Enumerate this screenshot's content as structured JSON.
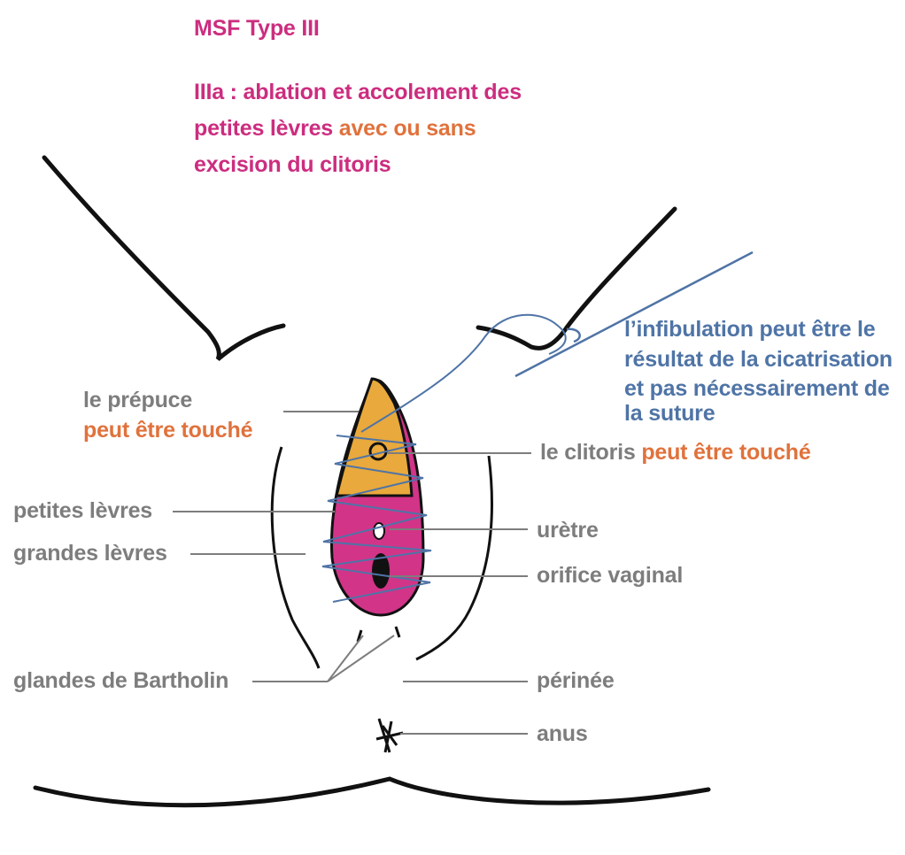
{
  "heading": {
    "title": "MSF Type III",
    "line1": "IIIa : ablation et accolement des",
    "line2_a": "petites lèvres ",
    "line2_b": "avec ou sans",
    "line3": "excision du clitoris"
  },
  "note": {
    "line1": "l’infibulation peut être le",
    "line2": "résultat de la cicatrisation",
    "line3": "et pas nécessairement de",
    "line4": "la suture"
  },
  "labels": {
    "prepuce": "le prépuce",
    "prepuce_note": "peut être touché",
    "clitoris": "le clitoris ",
    "clitoris_note": "peut être touché",
    "petites_levres": "petites lèvres",
    "grandes_levres": "grandes lèvres",
    "uretre": "urètre",
    "orifice_vaginal": "orifice vaginal",
    "glandes": "glandes de Bartholin",
    "perinee": "périnée",
    "anus": "anus"
  },
  "colors": {
    "magenta": "#cc2d7f",
    "orange": "#e0723c",
    "grey": "#7d7d7d",
    "blue": "#4f74a6",
    "prepuce_fill": "#e9a93c",
    "labia_fill": "#d23488"
  }
}
